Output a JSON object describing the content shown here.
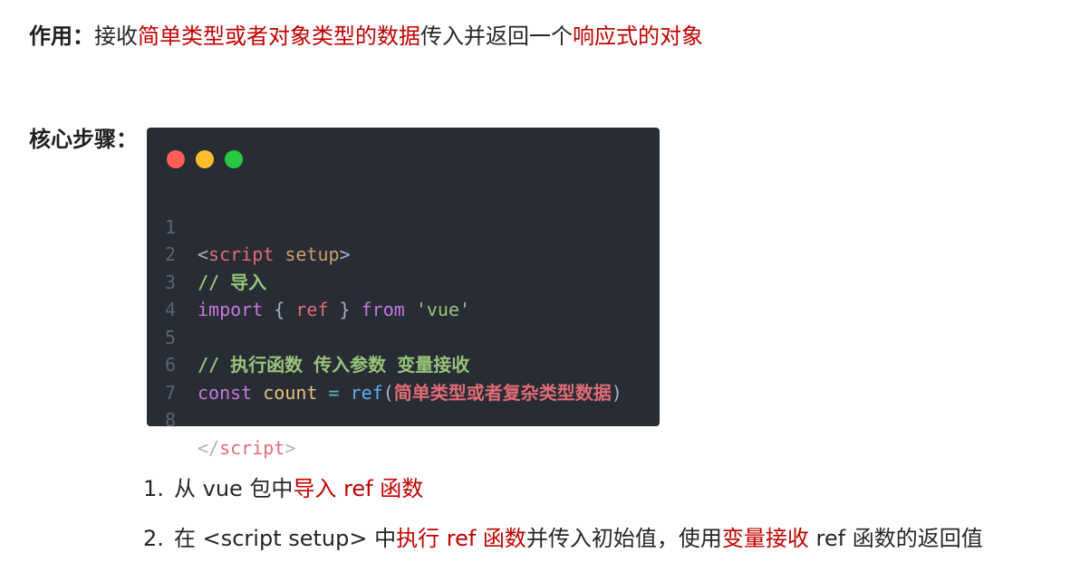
{
  "purpose": {
    "label": "作用：",
    "text_1": "接收",
    "highlight_1": "简单类型或者对象类型的数据",
    "text_2": "传入并返回一个",
    "highlight_2": "响应式的对象"
  },
  "steps": {
    "label": "核心步骤："
  },
  "code_block": {
    "line_numbers": [
      "1",
      "2",
      "3",
      "4",
      "5",
      "6",
      "7",
      "8"
    ],
    "line1": {
      "open": "<",
      "tag": "script",
      "sp": " ",
      "attr": "setup",
      "close": ">"
    },
    "line2": {
      "comment": "// 导入"
    },
    "line3": {
      "import": "import",
      "lbrace": " { ",
      "name": "ref",
      "rbrace": " } ",
      "from": "from",
      "sp": " ",
      "module": "'vue'"
    },
    "line5": {
      "comment": "// 执行函数 传入参数 变量接收"
    },
    "line6": {
      "const": "const",
      "sp1": " ",
      "var": "count",
      "sp2": " ",
      "eq": "=",
      "sp3": " ",
      "func": "ref",
      "lparen": "(",
      "arg": "简单类型或者复杂类型数据",
      "rparen": ")"
    },
    "line8": {
      "open": "</",
      "tag": "script",
      "close": ">"
    }
  },
  "list": [
    {
      "number": "1.",
      "text_1": "从 vue 包中",
      "highlight_1": "导入 ref 函数"
    },
    {
      "number": "2.",
      "text_1": "在 <script setup> 中",
      "highlight_1": "执行 ref 函数",
      "text_2": "并传入初始值，使用",
      "highlight_2": "变量接收",
      "text_3": " ref 函数的返回值"
    }
  ],
  "colors": {
    "highlight": "#c00000",
    "code_background": "#282c34",
    "dot_red": "#ff5f56",
    "dot_yellow": "#ffbd2e",
    "dot_green": "#27c93f"
  }
}
